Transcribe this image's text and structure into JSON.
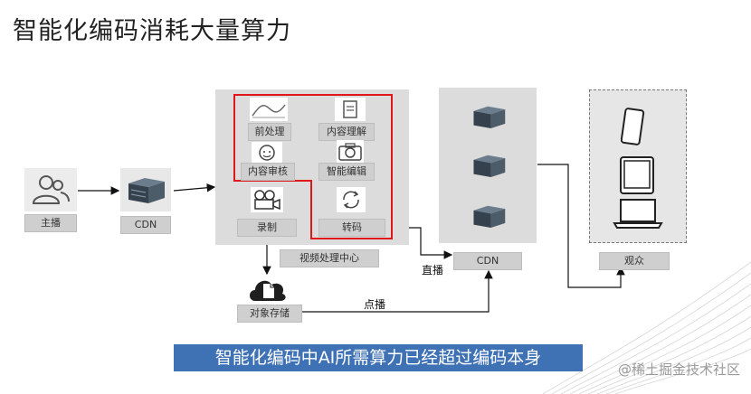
{
  "title": "智能化编码消耗大量算力",
  "nodes": {
    "anchor": "主播",
    "cdn_left": "CDN",
    "preprocess": "前处理",
    "content_understanding": "内容理解",
    "content_review": "内容审核",
    "smart_edit": "智能编辑",
    "record": "录制",
    "transcode": "转码",
    "video_center": "视频处理中心",
    "cdn_right": "CDN",
    "audience": "观众",
    "object_storage": "对象存储"
  },
  "edges": {
    "live": "直播",
    "vod": "点播"
  },
  "banner": "智能化编码中AI所需算力已经超过编码本身",
  "watermark": "@稀土掘金技术社区",
  "colors": {
    "highlight_border": "#e0161b",
    "banner_bg": "#3f72b5",
    "panel_bg": "#dcdcdc"
  },
  "icons": [
    "user-group-icon",
    "server-icon",
    "wave-chart-icon",
    "document-icon",
    "face-icon",
    "camera-icon",
    "film-camera-icon",
    "refresh-icon",
    "phone-icon",
    "tablet-icon",
    "laptop-icon",
    "cloud-file-icon"
  ]
}
